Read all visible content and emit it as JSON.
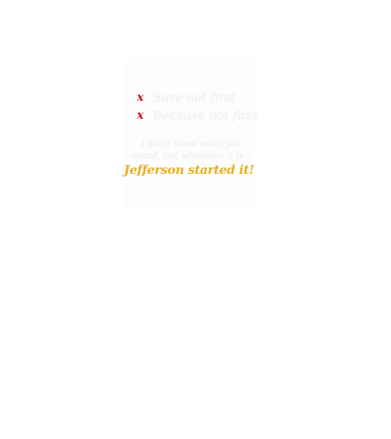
{
  "design": {
    "checklist": [
      {
        "mark": "x",
        "text": "Sure not first"
      },
      {
        "mark": "x",
        "text": "Because not first"
      }
    ],
    "note_line_1": "I don't know what you",
    "note_line_2": "heard, but whatever it is...",
    "highlight": "Jefferson started it!"
  },
  "colors": {
    "x_mark": "#c8141c",
    "highlight": "#e8b020",
    "faint_text": "#f2f2f2"
  }
}
